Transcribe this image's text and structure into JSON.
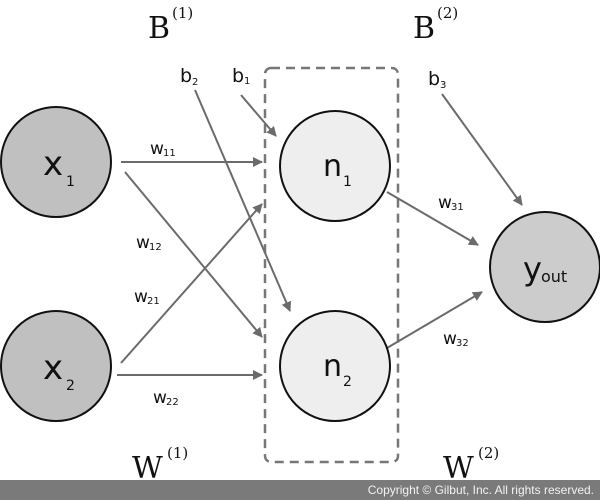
{
  "diagram": {
    "title_labels": {
      "bias_layer1": {
        "base": "B",
        "sup": "(1)"
      },
      "bias_layer2": {
        "base": "B",
        "sup": "(2)"
      },
      "weight_layer1": {
        "base": "W",
        "sup": "(1)"
      },
      "weight_layer2": {
        "base": "W",
        "sup": "(2)"
      }
    },
    "nodes": [
      {
        "id": "x1",
        "base": "x",
        "sub": "1",
        "role": "input"
      },
      {
        "id": "x2",
        "base": "x",
        "sub": "2",
        "role": "input"
      },
      {
        "id": "n1",
        "base": "n",
        "sub": "1",
        "role": "hidden"
      },
      {
        "id": "n2",
        "base": "n",
        "sub": "2",
        "role": "hidden"
      },
      {
        "id": "yout",
        "base": "y",
        "sub": "out",
        "role": "output"
      }
    ],
    "edges": [
      {
        "from": "x1",
        "to": "n1",
        "label": "w11"
      },
      {
        "from": "x1",
        "to": "n2",
        "label": "w12"
      },
      {
        "from": "x2",
        "to": "n1",
        "label": "w21"
      },
      {
        "from": "x2",
        "to": "n2",
        "label": "w22"
      },
      {
        "from": "n1",
        "to": "yout",
        "label": "w31"
      },
      {
        "from": "n2",
        "to": "yout",
        "label": "w32"
      }
    ],
    "biases": [
      {
        "label": "b1",
        "base": "b",
        "sub": "1",
        "to": "n1"
      },
      {
        "label": "b2",
        "base": "b",
        "sub": "2",
        "to": "n2"
      },
      {
        "label": "b3",
        "base": "b",
        "sub": "3",
        "to": "yout"
      }
    ],
    "weight_labels": {
      "w11": {
        "base": "w",
        "sub": "11"
      },
      "w12": {
        "base": "w",
        "sub": "12"
      },
      "w21": {
        "base": "w",
        "sub": "21"
      },
      "w22": {
        "base": "w",
        "sub": "22"
      },
      "w31": {
        "base": "w",
        "sub": "31"
      },
      "w32": {
        "base": "w",
        "sub": "32"
      }
    },
    "colors": {
      "input_fill": "#c0c0c0",
      "hidden_fill": "#eeeeee",
      "output_fill": "#cccccc",
      "arrow": "#6b6b6b",
      "dashed_box": "#777777"
    }
  },
  "footer": {
    "copyright": "Copyright © Gilbut, Inc. All rights reserved."
  }
}
